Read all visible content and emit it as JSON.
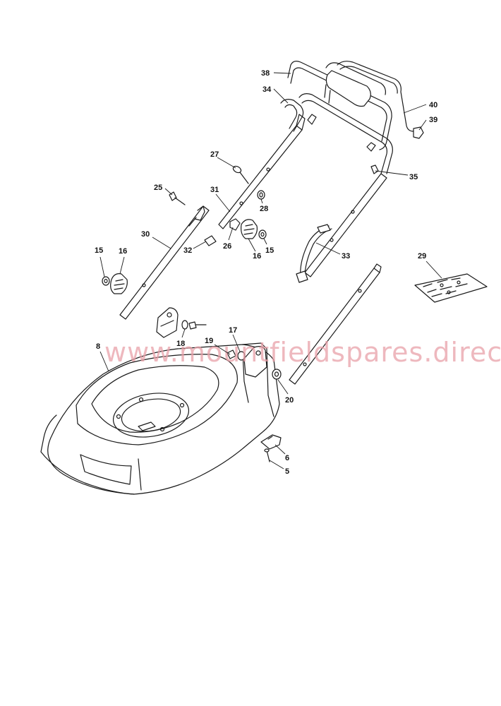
{
  "watermark": "www.mountfieldspares.direct",
  "callouts": {
    "c38": "38",
    "c34": "34",
    "c40": "40",
    "c39": "39",
    "c27": "27",
    "c35": "35",
    "c25": "25",
    "c31": "31",
    "c28": "28",
    "c30": "30",
    "c32": "32",
    "c26": "26",
    "c16b": "16",
    "c15b": "15",
    "c15a": "15",
    "c16a": "16",
    "c33": "33",
    "c29": "29",
    "c17": "17",
    "c8": "8",
    "c18": "18",
    "c19": "19",
    "c20": "20",
    "c6": "6",
    "c5": "5"
  },
  "colors": {
    "line": "#1a1a1a",
    "watermark": "#e8a0a8",
    "background": "#ffffff"
  }
}
